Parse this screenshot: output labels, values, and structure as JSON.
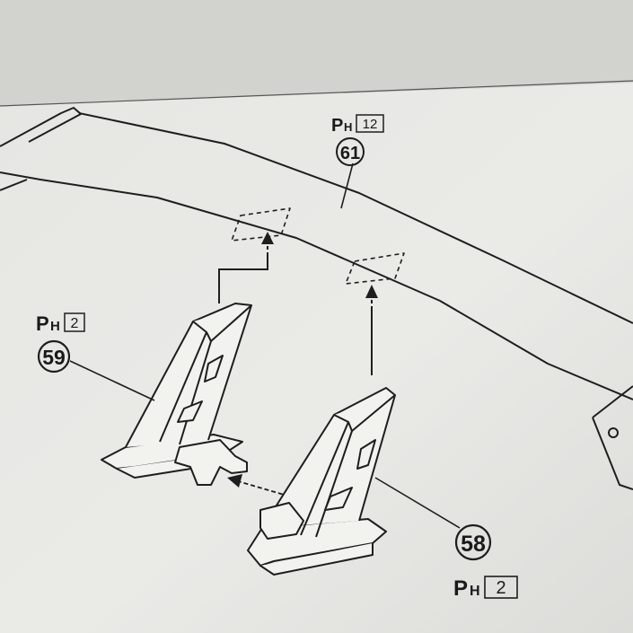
{
  "parts": [
    {
      "number": "61",
      "runner": "P",
      "runner_sub": "H",
      "gate": "12"
    },
    {
      "number": "59",
      "runner": "P",
      "runner_sub": "H",
      "gate": "2"
    },
    {
      "number": "58",
      "runner": "P",
      "runner_sub": "H",
      "gate": "2"
    }
  ],
  "colors": {
    "paper": "#e9e9e6",
    "paper_shadow": "#c9c9c6",
    "line": "#1e1e1e"
  }
}
